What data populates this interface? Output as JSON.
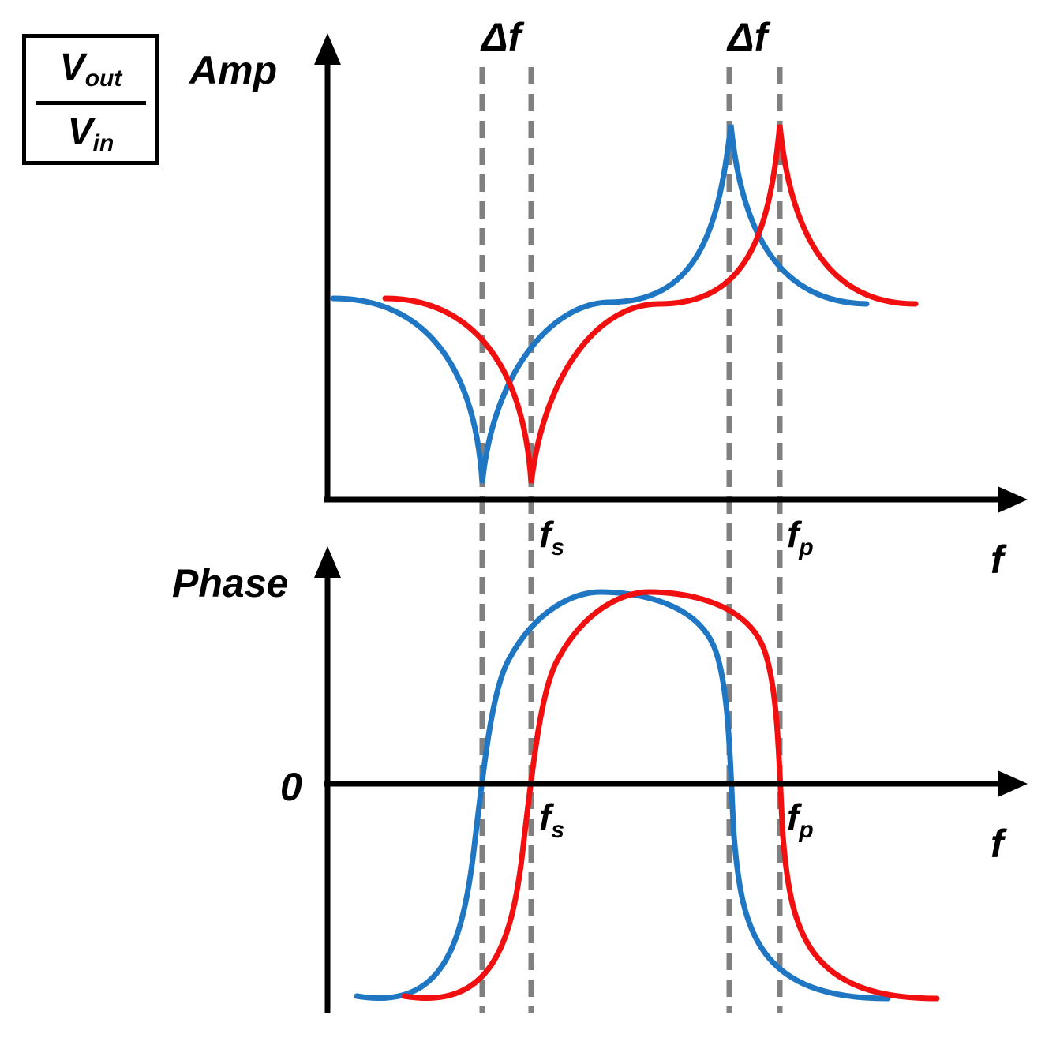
{
  "transfer_function": {
    "numerator_base": "V",
    "numerator_sub": "out",
    "denominator_base": "V",
    "denominator_sub": "in"
  },
  "amp_panel": {
    "ylabel": "Amp",
    "xlabel": "f",
    "delta_left": "Δf",
    "delta_right": "Δf",
    "fs_base": "f",
    "fs_sub": "s",
    "fp_base": "f",
    "fp_sub": "p"
  },
  "phase_panel": {
    "ylabel": "Phase",
    "xlabel": "f",
    "zero": "0",
    "fs_base": "f",
    "fs_sub": "s",
    "fp_base": "f",
    "fp_sub": "p"
  },
  "colors": {
    "blue": "#1f77c4",
    "red": "#f20f0f",
    "dashed": "#808080",
    "axis": "#000000"
  }
}
